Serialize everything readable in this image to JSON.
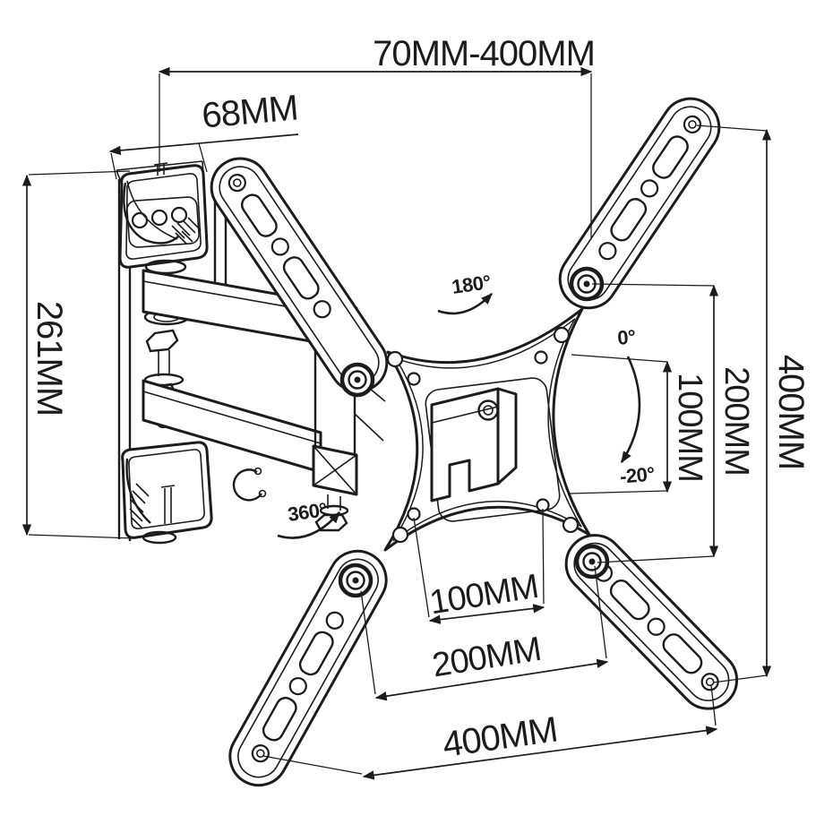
{
  "diagram": {
    "dimensions": {
      "extension_range": "70MM-400MM",
      "wall_bracket_width": "68MM",
      "wall_bracket_height": "261MM",
      "mount_height_max": "400MM",
      "vesa_height_200": "200MM",
      "vesa_height_100": "100MM",
      "vesa_width_100": "100MM",
      "vesa_width_200": "200MM",
      "mount_width_max": "400MM"
    },
    "angles": {
      "swivel": "180°",
      "tilt_up": "0°",
      "tilt_down": "-20°",
      "rotation": "360°"
    },
    "colors": {
      "line": "#1c1c1c",
      "background": "#ffffff"
    }
  }
}
